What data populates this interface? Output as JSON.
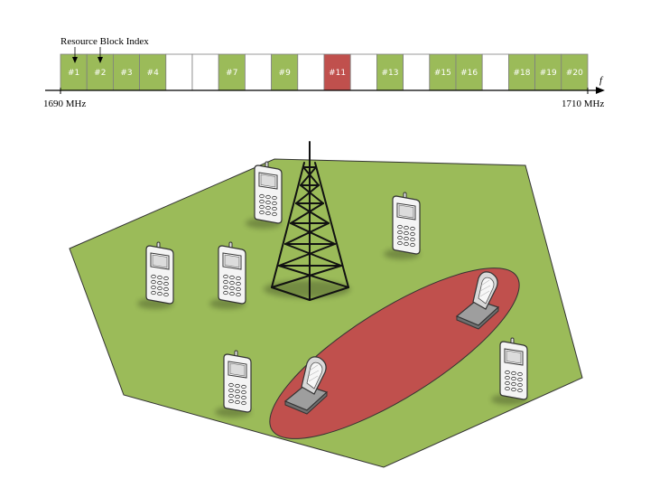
{
  "band": {
    "label": "Resource Block Index",
    "start_label": "1690 MHz",
    "end_label": "1710 MHz",
    "axis_label": "f",
    "colors": {
      "used": "#9bbb59",
      "highlight": "#c0504d",
      "empty": "#ffffff",
      "border": "#7f7f7f"
    },
    "blocks": [
      {
        "label": "#1",
        "state": "used"
      },
      {
        "label": "#2",
        "state": "used"
      },
      {
        "label": "#3",
        "state": "used"
      },
      {
        "label": "#4",
        "state": "used"
      },
      {
        "label": "",
        "state": "empty"
      },
      {
        "label": "",
        "state": "empty"
      },
      {
        "label": "#7",
        "state": "used"
      },
      {
        "label": "",
        "state": "empty"
      },
      {
        "label": "#9",
        "state": "used"
      },
      {
        "label": "",
        "state": "empty"
      },
      {
        "label": "#11",
        "state": "highlight"
      },
      {
        "label": "",
        "state": "empty"
      },
      {
        "label": "#13",
        "state": "used"
      },
      {
        "label": "",
        "state": "empty"
      },
      {
        "label": "#15",
        "state": "used"
      },
      {
        "label": "#16",
        "state": "used"
      },
      {
        "label": "",
        "state": "empty"
      },
      {
        "label": "#18",
        "state": "used"
      },
      {
        "label": "#19",
        "state": "used"
      },
      {
        "label": "#20",
        "state": "used"
      }
    ]
  },
  "cell": {
    "fill": "#9bbb59",
    "beam_fill": "#c0504d",
    "tower_icon": "cell-tower-icon",
    "phone_icon": "mobile-phone-icon",
    "flip_phone_icon": "flip-phone-icon"
  }
}
